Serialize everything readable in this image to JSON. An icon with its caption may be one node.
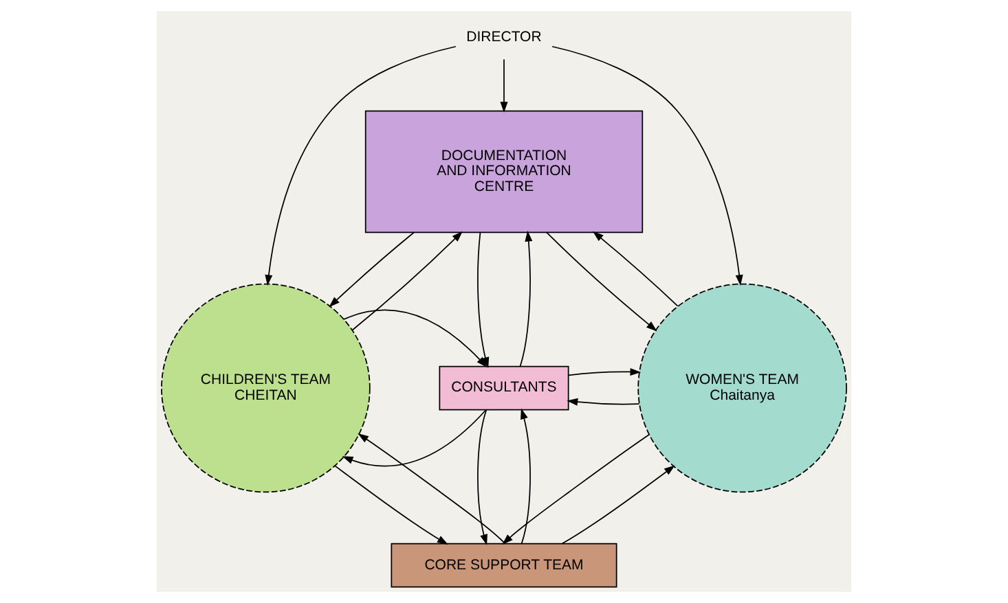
{
  "diagram": {
    "nodes": [
      {
        "text": [
          "DIRECTOR"
        ]
      },
      {
        "text": [
          "DOCUMENTATION AND INFORMATION CENTRE"
        ]
      },
      {
        "text": [
          "CHILDREN'S TEAM CHEITAN"
        ]
      },
      {
        "text": [
          "CONSULTANTS"
        ]
      },
      {
        "text": [
          "WOMEN'S TEAM Chaitanya"
        ]
      },
      {
        "text": [
          "CORE SUPPORT TEAM"
        ]
      }
    ],
    "edges": [
      {
        "from": 0,
        "to": 1,
        "arrow": "to"
      },
      {
        "from": 0,
        "to": 2,
        "arrow": "to"
      },
      {
        "from": 0,
        "to": 4,
        "arrow": "to"
      },
      {
        "from": 2,
        "to": 1,
        "arrow": "to"
      },
      {
        "from": 1,
        "to": 2,
        "arrow": "to"
      },
      {
        "from": 4,
        "to": 1,
        "arrow": "to"
      },
      {
        "from": 1,
        "to": 4,
        "arrow": "to"
      },
      {
        "from": 3,
        "to": 1,
        "arrow": "to"
      },
      {
        "from": 1,
        "to": 3,
        "arrow": "to"
      },
      {
        "from": 3,
        "to": 2,
        "arrow": "to"
      },
      {
        "from": 2,
        "to": 3,
        "arrow": "to"
      },
      {
        "from": 4,
        "to": 3,
        "arrow": "to"
      },
      {
        "from": 3,
        "to": 4,
        "arrow": "to"
      },
      {
        "from": 5,
        "to": 3,
        "arrow": "to"
      },
      {
        "from": 3,
        "to": 5,
        "arrow": "to"
      },
      {
        "from": 5,
        "to": 2,
        "arrow": "to"
      },
      {
        "from": 2,
        "to": 5,
        "arrow": "to"
      },
      {
        "from": 4,
        "to": 5,
        "arrow": "to"
      },
      {
        "from": 5,
        "to": 4,
        "arrow": "to"
      }
    ]
  }
}
